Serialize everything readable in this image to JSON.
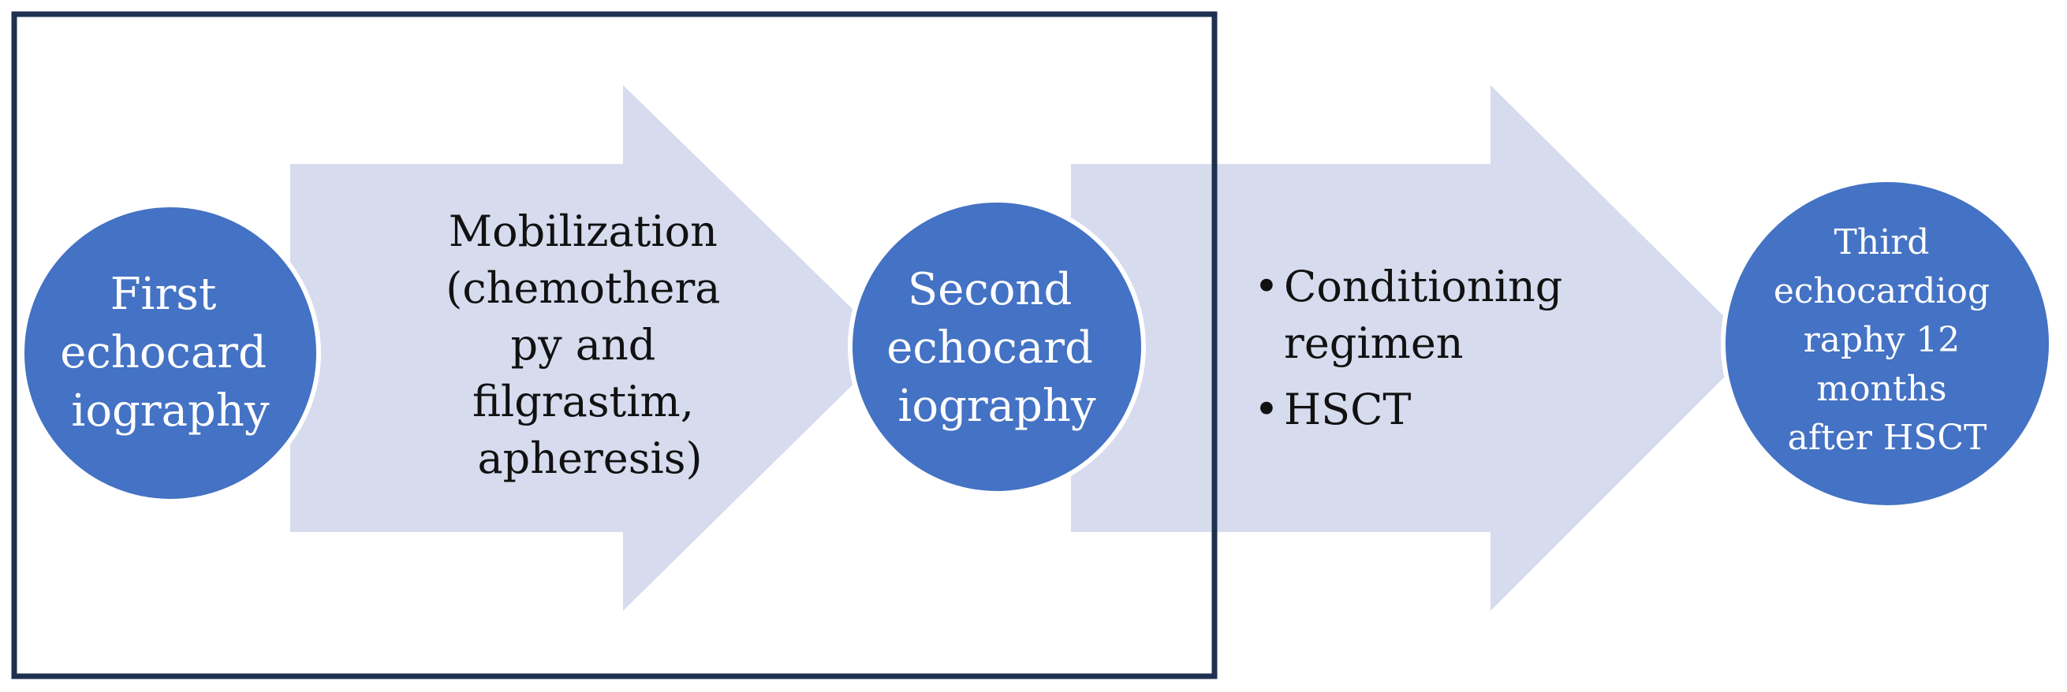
{
  "colors": {
    "circle_fill": "#4472c4",
    "circle_stroke": "#ffffff",
    "arrow_fill": "#d6dbee",
    "frame_stroke": "#1f3150",
    "text_dark": "#111111",
    "text_light": "#ffffff"
  },
  "steps": {
    "first": {
      "lines": [
        "First",
        "echocard",
        "iography"
      ]
    },
    "mobilization": {
      "lines": [
        "Mobilization",
        "(chemothera",
        "py and",
        "filgrastim,",
        "apheresis)"
      ]
    },
    "second": {
      "lines": [
        "Second",
        "echocard",
        "iography"
      ]
    },
    "transplant": {
      "bullet_symbol": "•",
      "bullets": [
        {
          "lines": [
            "Conditioning",
            "regimen"
          ]
        },
        {
          "lines": [
            "HSCT"
          ]
        }
      ]
    },
    "third": {
      "lines": [
        "Third",
        "echocardiog",
        "raphy 12",
        "months",
        "after HSCT"
      ]
    }
  }
}
